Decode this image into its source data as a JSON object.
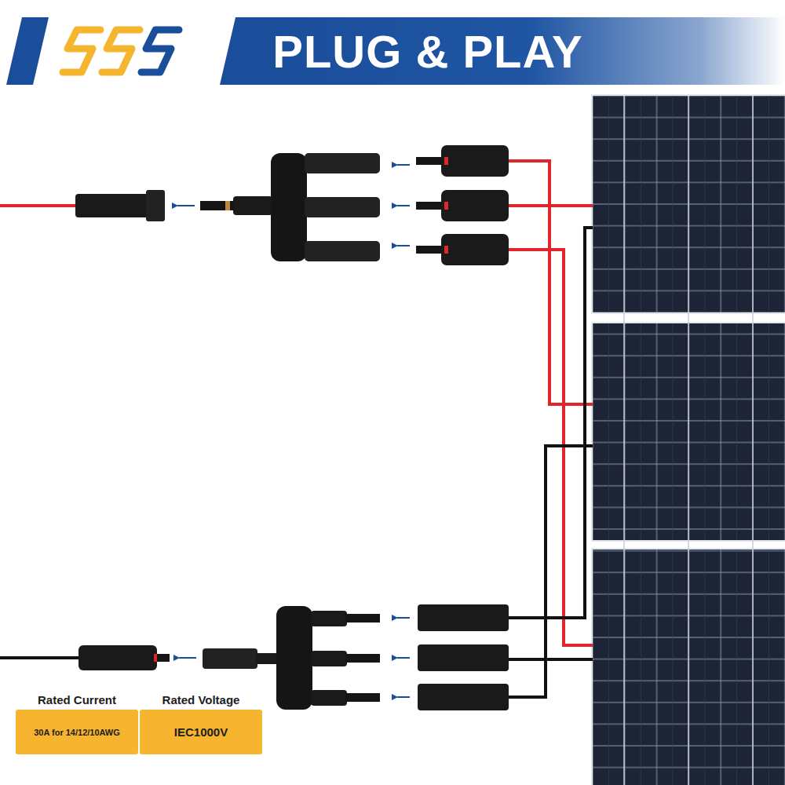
{
  "diagram": {
    "title": "PLUG & PLAY",
    "nodes": [
      {
        "text": [
          "Rated Current",
          "30A for 14/12/10AWG"
        ]
      },
      {
        "text": [
          "Rated Voltage",
          "IEC1000V"
        ]
      }
    ],
    "edges": []
  }
}
